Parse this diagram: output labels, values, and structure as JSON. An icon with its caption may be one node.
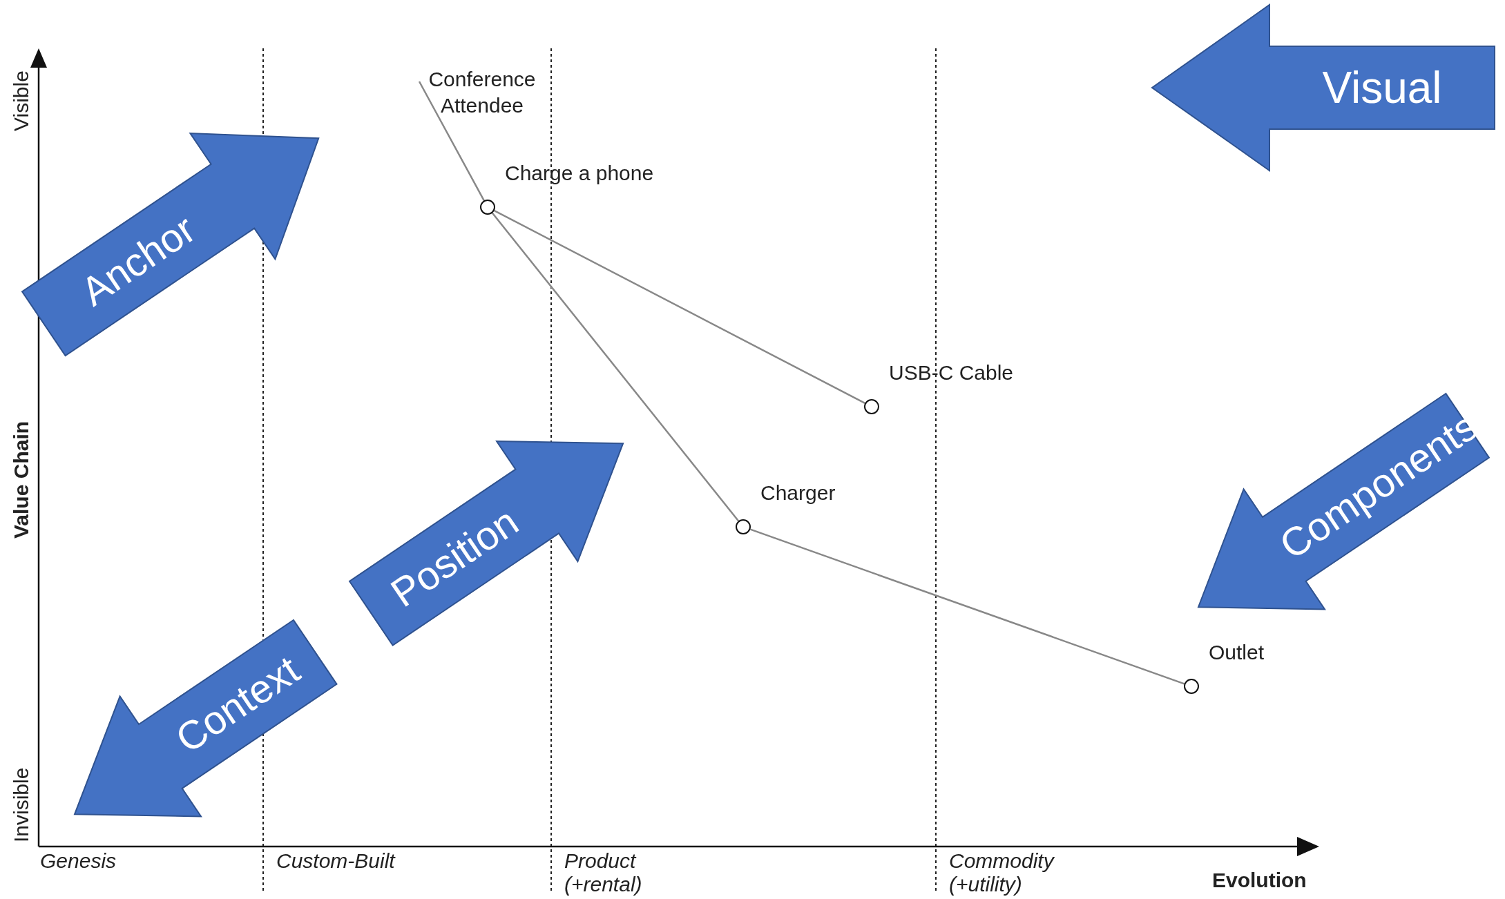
{
  "diagram": {
    "nodes": [
      {
        "text": [
          "Conference Attendee"
        ]
      },
      {
        "text": [
          "Charge a phone"
        ]
      },
      {
        "text": [
          "USB-C Cable"
        ]
      },
      {
        "text": [
          "Charger"
        ]
      },
      {
        "text": [
          "Outlet"
        ]
      },
      {
        "text": [
          "Visual"
        ]
      },
      {
        "text": [
          "Anchor"
        ]
      },
      {
        "text": [
          "Position"
        ]
      },
      {
        "text": [
          "Context"
        ]
      },
      {
        "text": [
          "Components"
        ]
      }
    ],
    "edges": [
      {
        "from": 0,
        "to": 1,
        "arrow": "none"
      },
      {
        "from": 1,
        "to": 2,
        "arrow": "none"
      },
      {
        "from": 1,
        "to": 3,
        "arrow": "none"
      },
      {
        "from": 3,
        "to": 4,
        "arrow": "none"
      }
    ],
    "labels": [
      "Visible",
      "Invisible",
      "Value Chain",
      "Genesis",
      "Custom-Built",
      "Product (+rental)",
      "Commodity (+utility)",
      "Evolution"
    ]
  }
}
